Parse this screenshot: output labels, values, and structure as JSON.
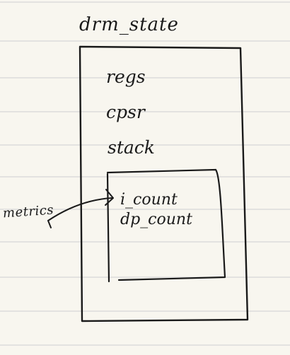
{
  "diagram": {
    "title": "drm_state",
    "fields": [
      "regs",
      "cpsr",
      "stack"
    ],
    "sub_fields": [
      "i_count",
      "dp_count"
    ],
    "side_label": "metrics"
  },
  "colors": {
    "paper": "#f8f6ef",
    "rule_line": "#d6d6d6",
    "ink": "#1a1a1a"
  }
}
